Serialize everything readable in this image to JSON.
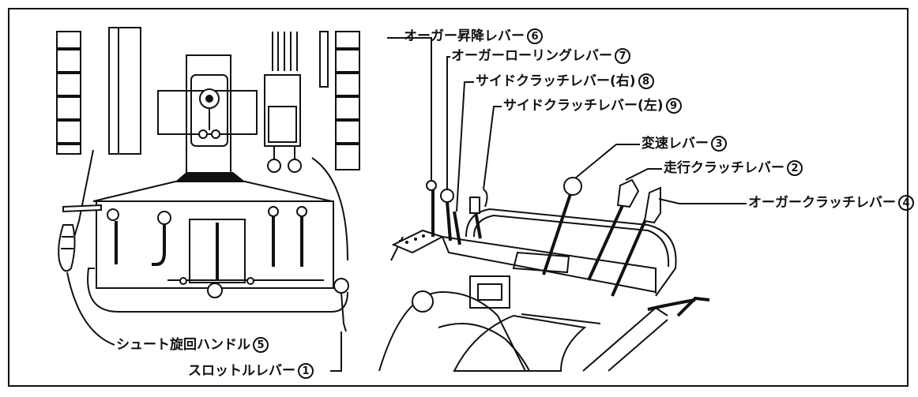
{
  "labels": {
    "auger_lift_lever": {
      "text": "オーガー昇降レバー",
      "num": "6"
    },
    "auger_rolling_lever": {
      "text": "オーガーローリングレバー",
      "num": "7"
    },
    "side_clutch_left": {
      "text": "サイドクラッチレバー(右)",
      "num": "8"
    },
    "side_clutch_right": {
      "text": "サイドクラッチレバー(左)",
      "num": "9"
    },
    "shift_lever": {
      "text": "変速レバー",
      "num": "3"
    },
    "travel_clutch_lever": {
      "text": "走行クラッチレバー",
      "num": "2"
    },
    "auger_clutch_lever": {
      "text": "オーガークラッチレバー",
      "num": "4"
    },
    "chute_handle": {
      "text": "シュート旋回ハンドル",
      "num": "5"
    },
    "throttle_lever": {
      "text": "スロットルレバー",
      "num": "1"
    }
  }
}
